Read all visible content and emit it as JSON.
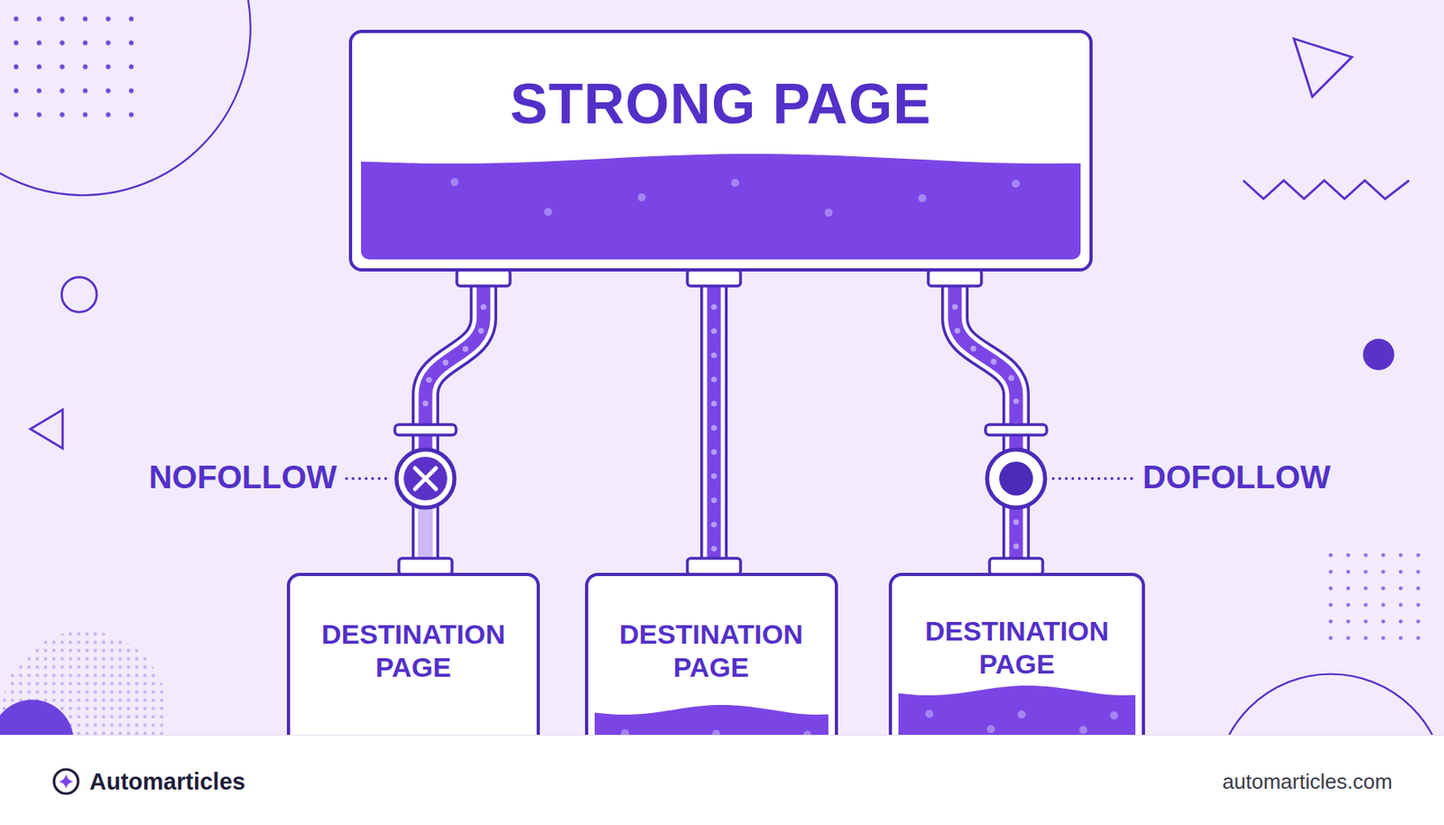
{
  "diagram": {
    "nodes": [
      {
        "text": [
          "STRONG PAGE"
        ]
      },
      {
        "text": [
          "DESTINATION PAGE"
        ]
      },
      {
        "text": [
          "DESTINATION PAGE"
        ]
      },
      {
        "text": [
          "DESTINATION PAGE"
        ]
      }
    ],
    "edges": [
      {
        "from": 0,
        "to": 1,
        "arrow": "none",
        "label": "NOFOLLOW"
      },
      {
        "from": 0,
        "to": 2,
        "arrow": "none"
      },
      {
        "from": 0,
        "to": 3,
        "arrow": "none",
        "label": "DOFOLLOW"
      }
    ],
    "labels": [
      "Automarticles",
      "automarticles.com"
    ]
  }
}
